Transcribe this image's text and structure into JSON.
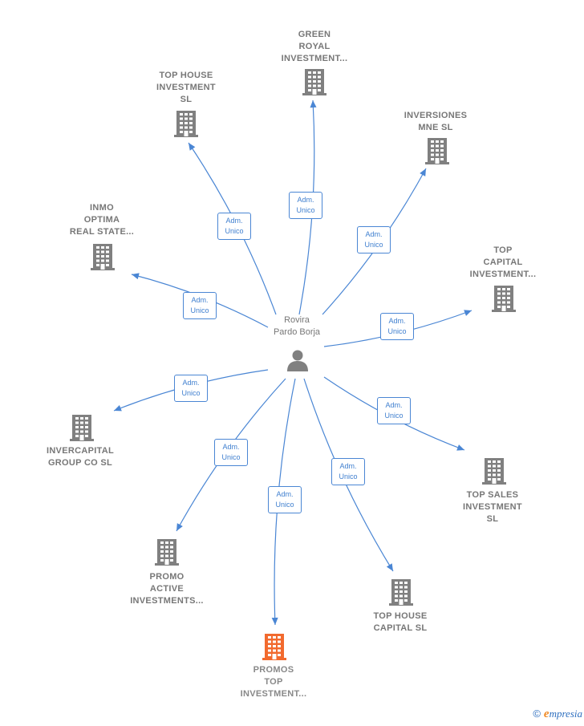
{
  "center": {
    "name_lines": [
      "Rovira",
      "Pardo Borja"
    ],
    "icon": "person-icon"
  },
  "relation": {
    "line1": "Adm.",
    "line2": "Unico"
  },
  "colors": {
    "edge": "#4a86d4",
    "building": "#808080",
    "highlight_building": "#f26a2e",
    "label": "#777777"
  },
  "nodes": [
    {
      "id": "green-royal",
      "lines": [
        "GREEN",
        "ROYAL",
        "INVESTMENT..."
      ],
      "highlight": false
    },
    {
      "id": "top-house-investment",
      "lines": [
        "TOP HOUSE",
        "INVESTMENT",
        "SL"
      ],
      "highlight": false
    },
    {
      "id": "inversiones-mne",
      "lines": [
        "INVERSIONES",
        "MNE  SL"
      ],
      "highlight": false
    },
    {
      "id": "inmo-optima",
      "lines": [
        "INMO",
        "OPTIMA",
        "REAL STATE..."
      ],
      "highlight": false
    },
    {
      "id": "top-capital",
      "lines": [
        "TOP",
        "CAPITAL",
        "INVESTMENT..."
      ],
      "highlight": false
    },
    {
      "id": "invercapital",
      "lines": [
        "INVERCAPITAL",
        "GROUP CO  SL"
      ],
      "highlight": false
    },
    {
      "id": "top-sales",
      "lines": [
        "TOP SALES",
        "INVESTMENT",
        "SL"
      ],
      "highlight": false
    },
    {
      "id": "promo-active",
      "lines": [
        "PROMO",
        "ACTIVE",
        "INVESTMENTS..."
      ],
      "highlight": false
    },
    {
      "id": "top-house-capital",
      "lines": [
        "TOP HOUSE",
        "CAPITAL  SL"
      ],
      "highlight": false
    },
    {
      "id": "promos-top",
      "lines": [
        "PROMOS",
        "TOP",
        "INVESTMENT..."
      ],
      "highlight": true
    }
  ],
  "footer": {
    "copyright": "©",
    "brand_initial": "e",
    "brand_rest": "mpresia"
  }
}
